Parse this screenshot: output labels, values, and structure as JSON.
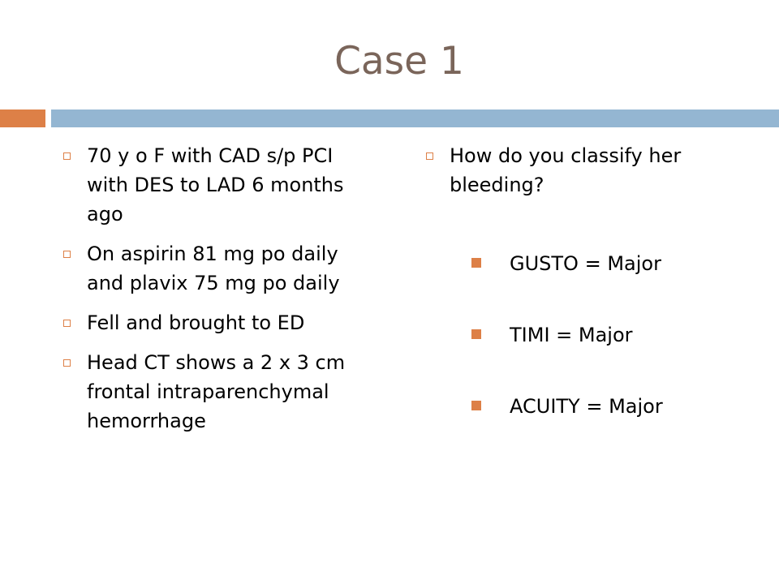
{
  "title": "Case 1",
  "left_bullets": [
    "70 y o F with CAD s/p PCI with DES to LAD 6 months ago",
    "On aspirin 81 mg po daily and plavix 75 mg po daily",
    "Fell and brought to ED",
    "Head CT shows a 2 x 3 cm frontal intraparenchymal hemorrhage"
  ],
  "right_bullet": "How do you classify her bleeding?",
  "classifications": [
    "GUSTO = Major",
    "TIMI = Major",
    "ACUITY = Major"
  ],
  "colors": {
    "title": "#7a655a",
    "accent_orange": "#dd8047",
    "accent_blue": "#94b6d2"
  }
}
